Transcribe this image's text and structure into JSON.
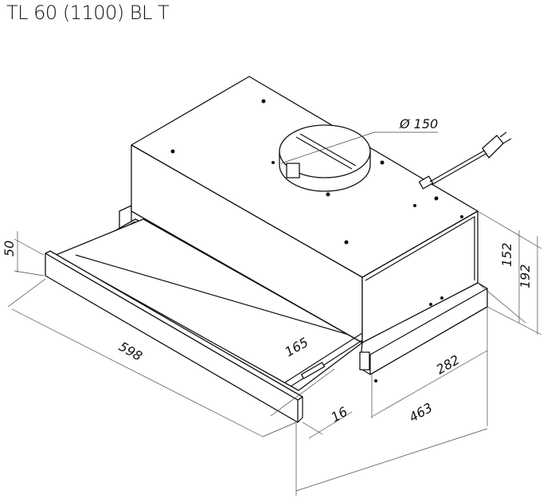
{
  "title": "TL 60 (1100) BL T",
  "dimensions": {
    "duct_diameter": "Ø 150",
    "front_height": "50",
    "width": "598",
    "extension": "165",
    "front_thickness": "16",
    "body_depth": "282",
    "total_depth": "463",
    "body_height": "152",
    "total_height": "192"
  }
}
